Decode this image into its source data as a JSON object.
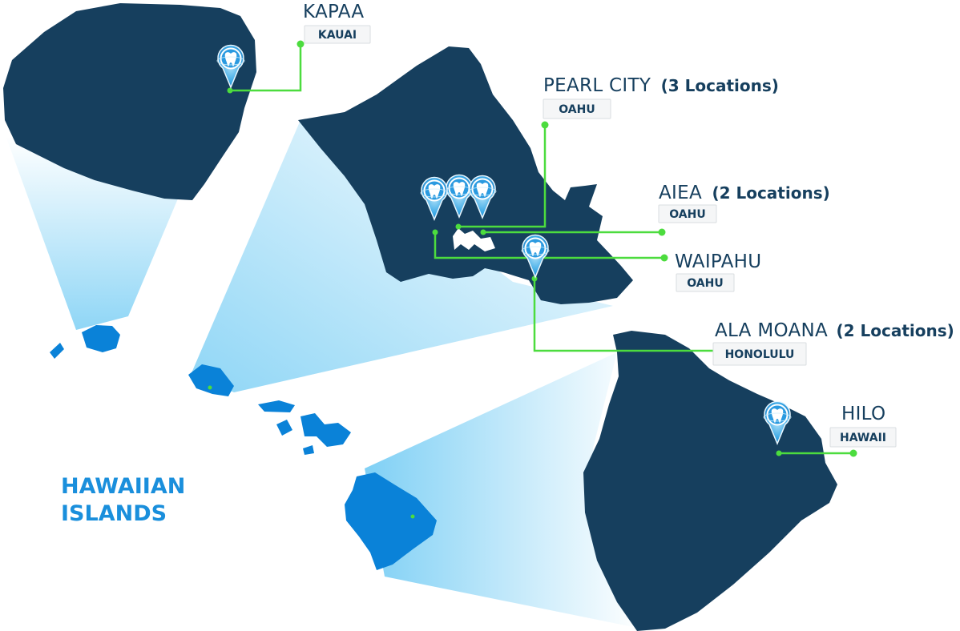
{
  "map_title": [
    "HAWAIIAN",
    "ISLANDS"
  ],
  "colors": {
    "island_large": "#163f5e",
    "island_small": "#0a82d8",
    "beam": "#9fdcf7",
    "connector": "#4cdc3e",
    "badge_bg": "#f5f6f7"
  },
  "locations": [
    {
      "name": "KAPAA",
      "count": "",
      "island": "KAUAI"
    },
    {
      "name": "PEARL CITY",
      "count": "(3 Locations)",
      "island": "OAHU"
    },
    {
      "name": "AIEA",
      "count": "(2 Locations)",
      "island": "OAHU"
    },
    {
      "name": "WAIPAHU",
      "count": "",
      "island": "OAHU"
    },
    {
      "name": "ALA MOANA",
      "count": "(2 Locations)",
      "island": "HONOLULU"
    },
    {
      "name": "HILO",
      "count": "",
      "island": "HAWAII"
    }
  ],
  "marker_icon": "tooth-map-pin-icon"
}
